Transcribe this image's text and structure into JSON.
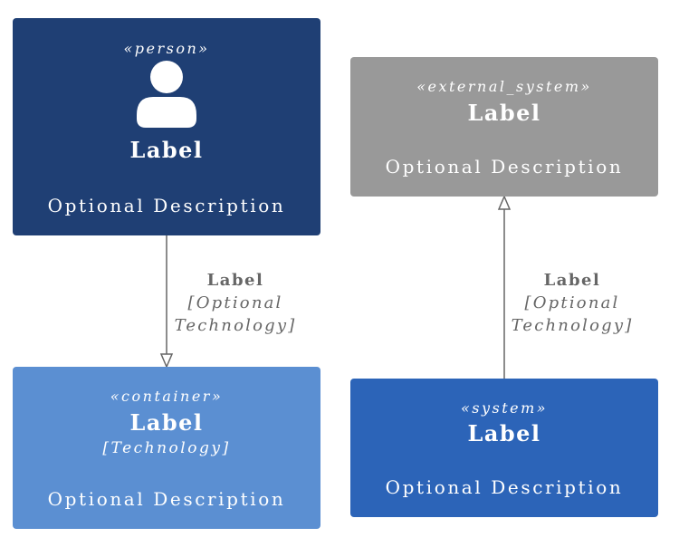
{
  "nodes": {
    "person": {
      "stereotype": "«person»",
      "label": "Label",
      "description": "Optional Description",
      "icon": "person-icon",
      "color": "#1f3f74"
    },
    "external_system": {
      "stereotype": "«external_system»",
      "label": "Label",
      "description": "Optional Description",
      "color": "#999999"
    },
    "container": {
      "stereotype": "«container»",
      "label": "Label",
      "technology": "[Technology]",
      "description": "Optional Description",
      "color": "#5b8fd2"
    },
    "system": {
      "stereotype": "«system»",
      "label": "Label",
      "description": "Optional Description",
      "color": "#2c64b8"
    }
  },
  "edges": [
    {
      "from": "person",
      "to": "container",
      "label": "Label",
      "technology_line1": "[Optional",
      "technology_line2": "Technology]"
    },
    {
      "from": "system",
      "to": "external_system",
      "label": "Label",
      "technology_line1": "[Optional",
      "technology_line2": "Technology]"
    }
  ],
  "edge_color": "#666666"
}
